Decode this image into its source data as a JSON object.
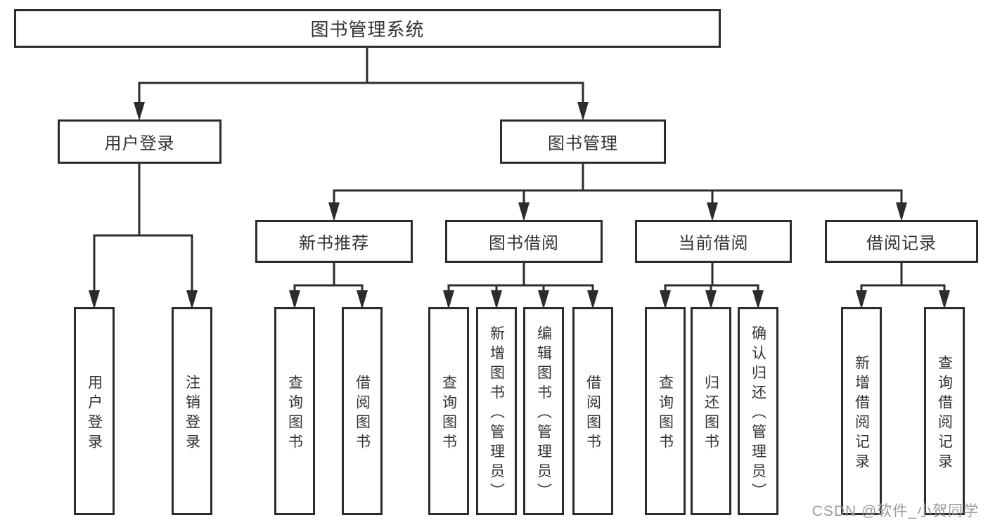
{
  "nodes": {
    "root": "图书管理系统",
    "user_login": "用户登录",
    "book_mgmt": "图书管理",
    "new_book_rec": "新书推荐",
    "book_borrow": "图书借阅",
    "current_borrow": "当前借阅",
    "borrow_records": "借阅记录",
    "user_login_leaf": "用户登录",
    "logout_leaf": "注销登录",
    "nbr_query_books": "查询图书",
    "nbr_borrow_books": "借阅图书",
    "bb_query_books": "查询图书",
    "bb_add_books_admin": "新增图书（管理员）",
    "bb_edit_books_admin": "编辑图书（管理员）",
    "bb_borrow_books": "借阅图书",
    "cb_query_books": "查询图书",
    "cb_return_books": "归还图书",
    "cb_confirm_return_admin": "确认归还（管理员）",
    "br_add_record": "新增借阅记录",
    "br_query_record": "查询借阅记录"
  },
  "watermark": "CSDN @软件_小贺同学",
  "colors": {
    "line": "#2c2c2c",
    "text": "#333333",
    "box_bg": "#ffffff",
    "watermark": "#9b9b9b"
  }
}
